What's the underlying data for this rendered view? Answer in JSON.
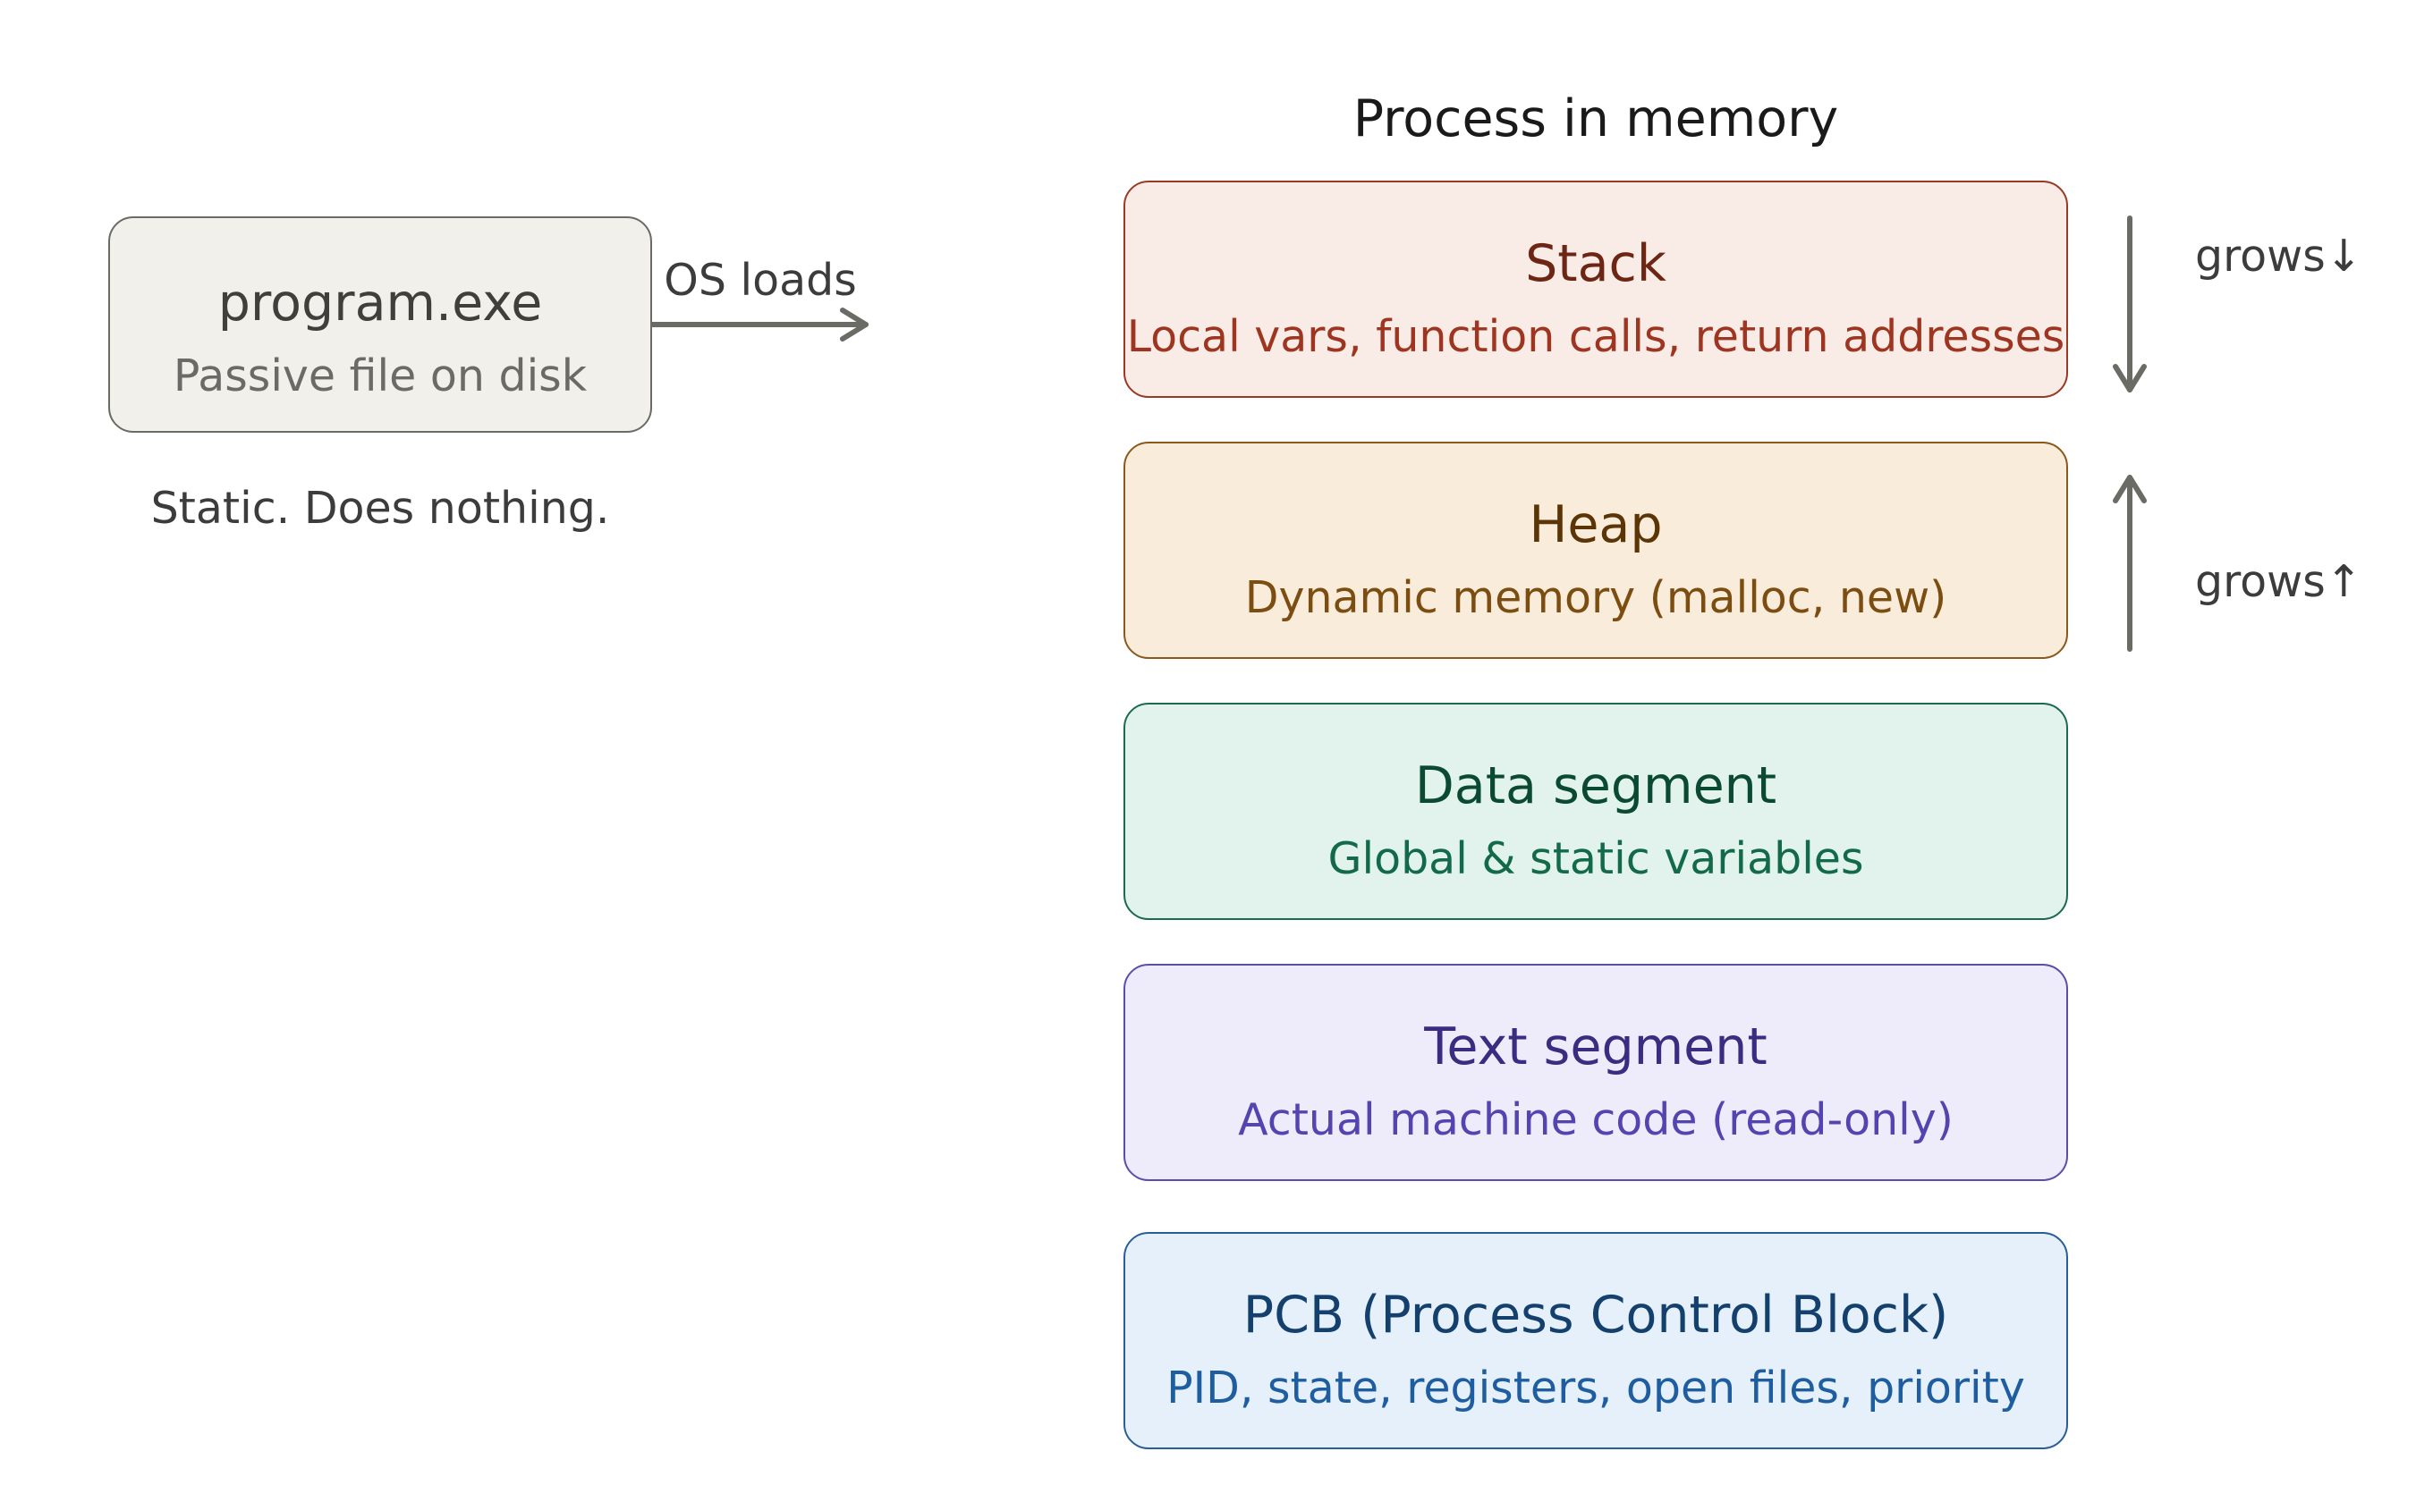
{
  "program": {
    "title": "program.exe",
    "subtitle": "Passive file on disk",
    "caption": "Static. Does nothing."
  },
  "transition": {
    "label": "OS loads"
  },
  "memory": {
    "title": "Process in memory",
    "segments": [
      {
        "title": "Stack",
        "subtitle": "Local vars, function calls, return addresses"
      },
      {
        "title": "Heap",
        "subtitle": "Dynamic memory (malloc, new)"
      },
      {
        "title": "Data segment",
        "subtitle": "Global & static variables"
      },
      {
        "title": "Text segment",
        "subtitle": "Actual machine code (read-only)"
      },
      {
        "title": "PCB (Process Control Block)",
        "subtitle": "PID, state, registers, open files, priority"
      }
    ],
    "growth": {
      "stack": "grows↓",
      "heap": "grows↑"
    }
  },
  "colors": {
    "arrow": "#6b6b66",
    "stack": "#9a3a24",
    "heap": "#8a5a1c",
    "data": "#1c6b4c",
    "text": "#5a4eaa",
    "pcb": "#2a5e98"
  }
}
